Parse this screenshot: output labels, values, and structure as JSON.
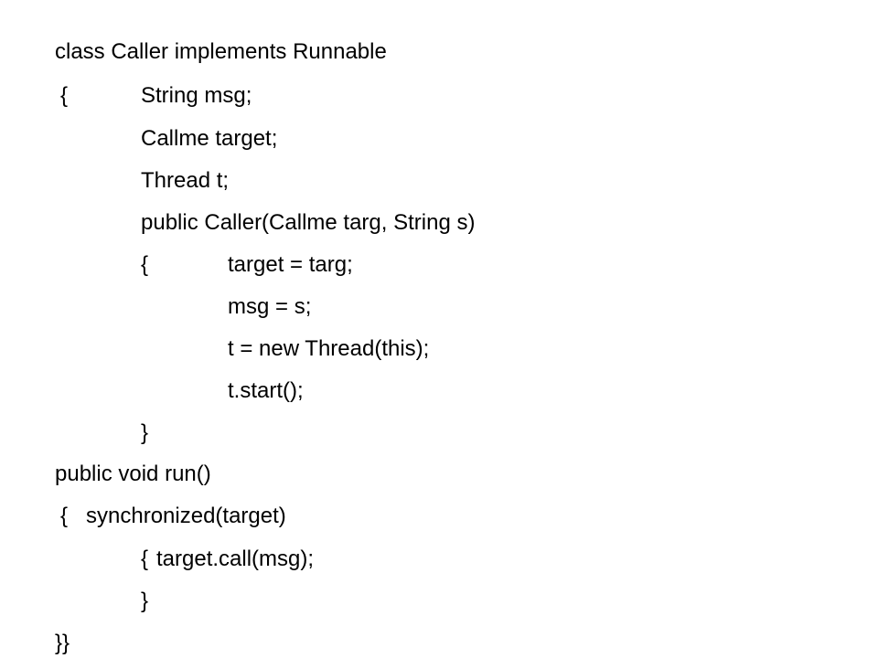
{
  "slide": {
    "lines": {
      "class_decl": "class Caller implements Runnable",
      "open_brace_1": "{",
      "string_msg": "String msg;",
      "callme_target": "Callme target;",
      "thread_t": "Thread t;",
      "constructor_sig": "public Caller(Callme targ, String s)",
      "open_brace_2": "{",
      "target_assign": "target = targ;",
      "msg_assign": "msg = s;",
      "thread_new": "t = new Thread(this);",
      "thread_start": "t.start();",
      "close_brace_2": "}",
      "run_sig": "public void run()",
      "open_brace_3": "{",
      "synchronized_call": "synchronized(target)",
      "open_brace_4": "{",
      "target_call": "target.call(msg);",
      "close_brace_4": "}",
      "close_braces_end": "}}"
    }
  }
}
